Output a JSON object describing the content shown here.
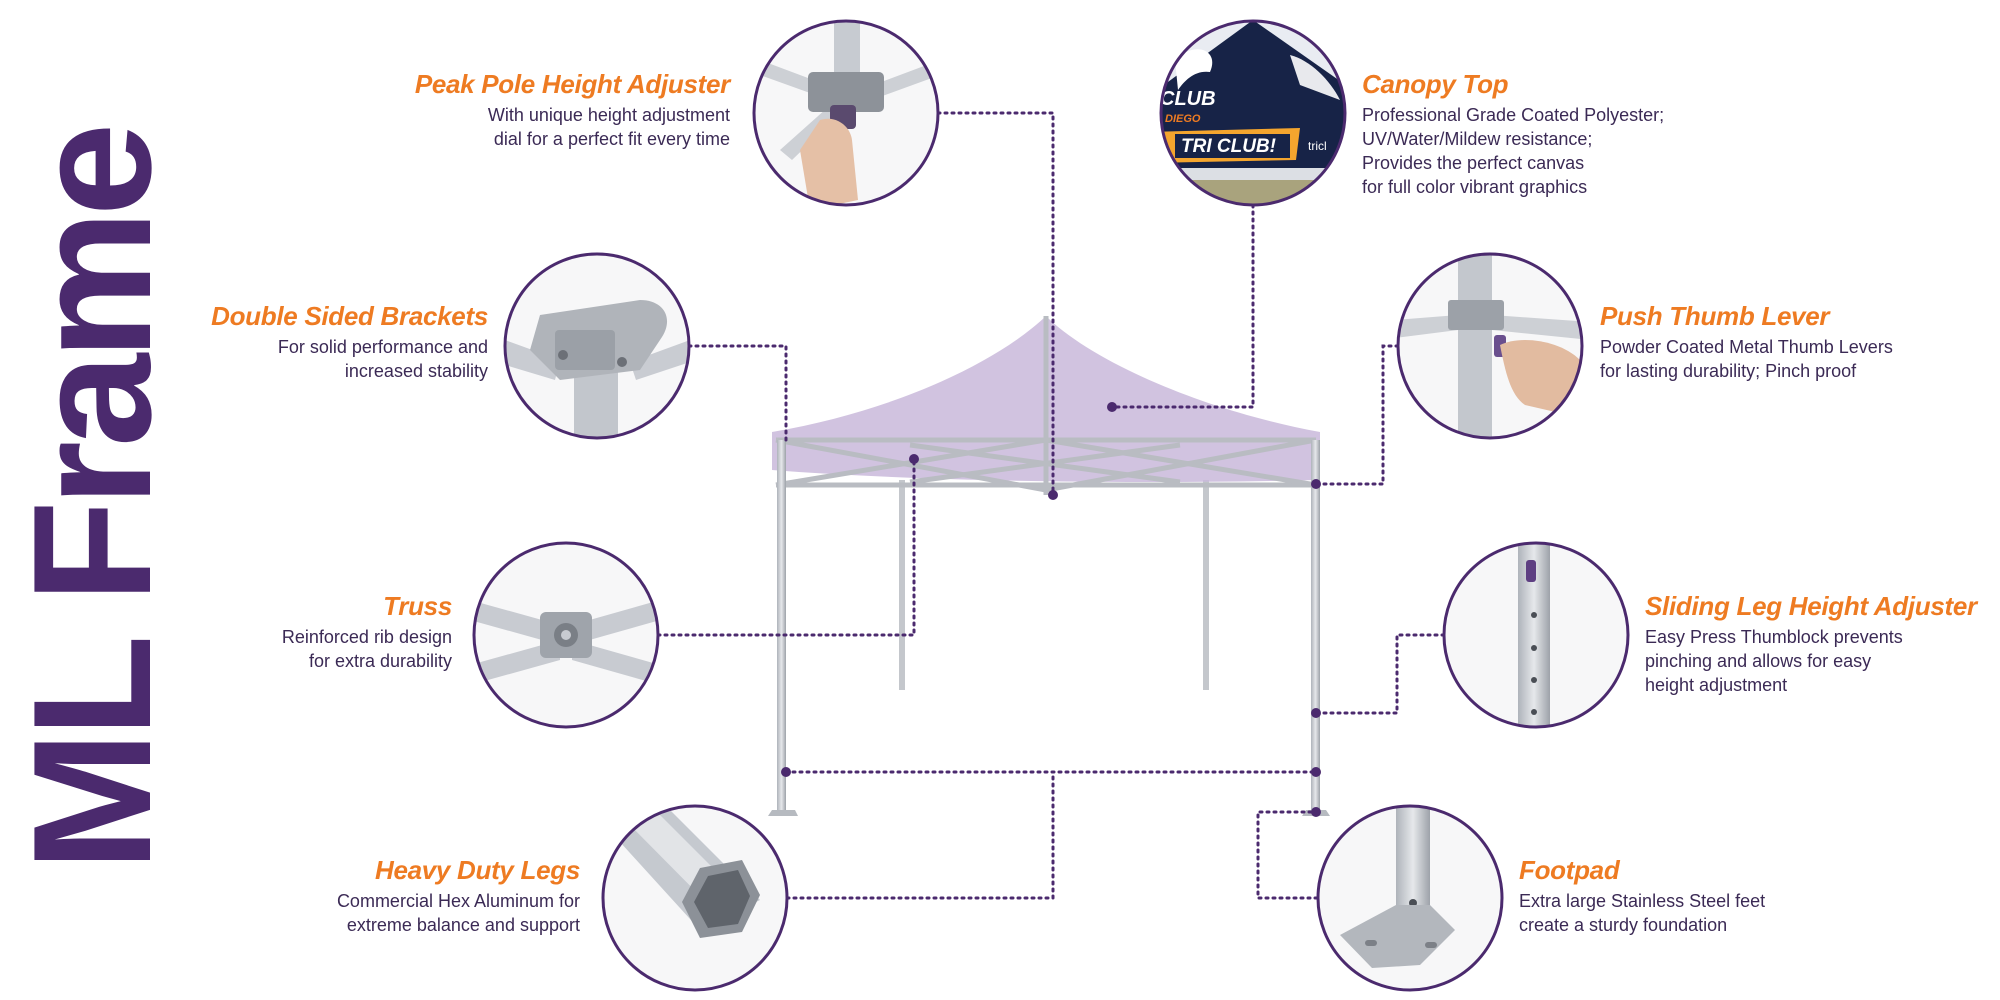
{
  "title": "ML Frame",
  "colors": {
    "purple": "#4b2a6e",
    "orange": "#ee7b22",
    "canopy": "#c9b8da",
    "frame": "#c4c7cc"
  },
  "features": {
    "peak_pole": {
      "name": "Peak Pole Height Adjuster",
      "line1": "With unique height adjustment",
      "line2": "dial for a perfect fit every time"
    },
    "brackets": {
      "name": "Double Sided Brackets",
      "line1": "For solid performance and",
      "line2": "increased stability"
    },
    "truss": {
      "name": "Truss",
      "line1": "Reinforced rib design",
      "line2": "for extra durability"
    },
    "legs": {
      "name": "Heavy Duty Legs",
      "line1": "Commercial Hex Aluminum for",
      "line2": "extreme balance and support"
    },
    "canopy": {
      "name": "Canopy Top",
      "line1": "Professional Grade Coated Polyester;",
      "line2": "UV/Water/Mildew resistance;",
      "line3": "Provides the perfect canvas",
      "line4": "for full color vibrant graphics"
    },
    "thumb": {
      "name": "Push Thumb Lever",
      "line1": "Powder Coated Metal Thumb Levers",
      "line2": "for lasting durability; Pinch proof"
    },
    "sliding": {
      "name": "Sliding Leg Height Adjuster",
      "line1": "Easy Press Thumblock prevents",
      "line2": "pinching and allows for easy",
      "line3": "height adjustment"
    },
    "footpad": {
      "name": "Footpad",
      "line1": "Extra large Stainless Steel feet",
      "line2": "create a sturdy foundation"
    }
  },
  "canopy_photo": {
    "banner_text": "TRI CLUB!",
    "club_text": "CLUB",
    "city_text": "DIEGO",
    "side_text": "tricl"
  }
}
